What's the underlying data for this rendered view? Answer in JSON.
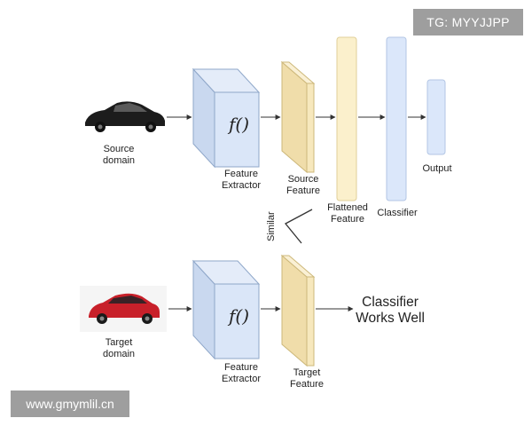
{
  "watermark_top": "TG: MYYJJPP",
  "watermark_bottom": "www.gmymlil.cn",
  "source": {
    "input_label": "Source\ndomain",
    "extractor_func": "f()",
    "extractor_label": "Feature\nExtractor",
    "feature_label": "Source\nFeature",
    "flattened_label": "Flattened\nFeature",
    "classifier_label": "Classifier",
    "output_label": "Output"
  },
  "similar_label": "Similar",
  "target": {
    "input_label": "Target\ndomain",
    "extractor_func": "f()",
    "extractor_label": "Feature\nExtractor",
    "feature_label": "Target\nFeature",
    "result_label": "Classifier\nWorks Well"
  },
  "colors": {
    "extractor_fill": "#dae6f8",
    "extractor_stroke": "#8fa7c9",
    "feature_fill": "#f7e8bd",
    "feature_stroke": "#cdb87a",
    "classifier_fill": "#dbe7fa",
    "arrow": "#333333"
  },
  "icons": {
    "source_car": "black-sedan-car-icon",
    "target_car": "red-suv-car-icon"
  }
}
